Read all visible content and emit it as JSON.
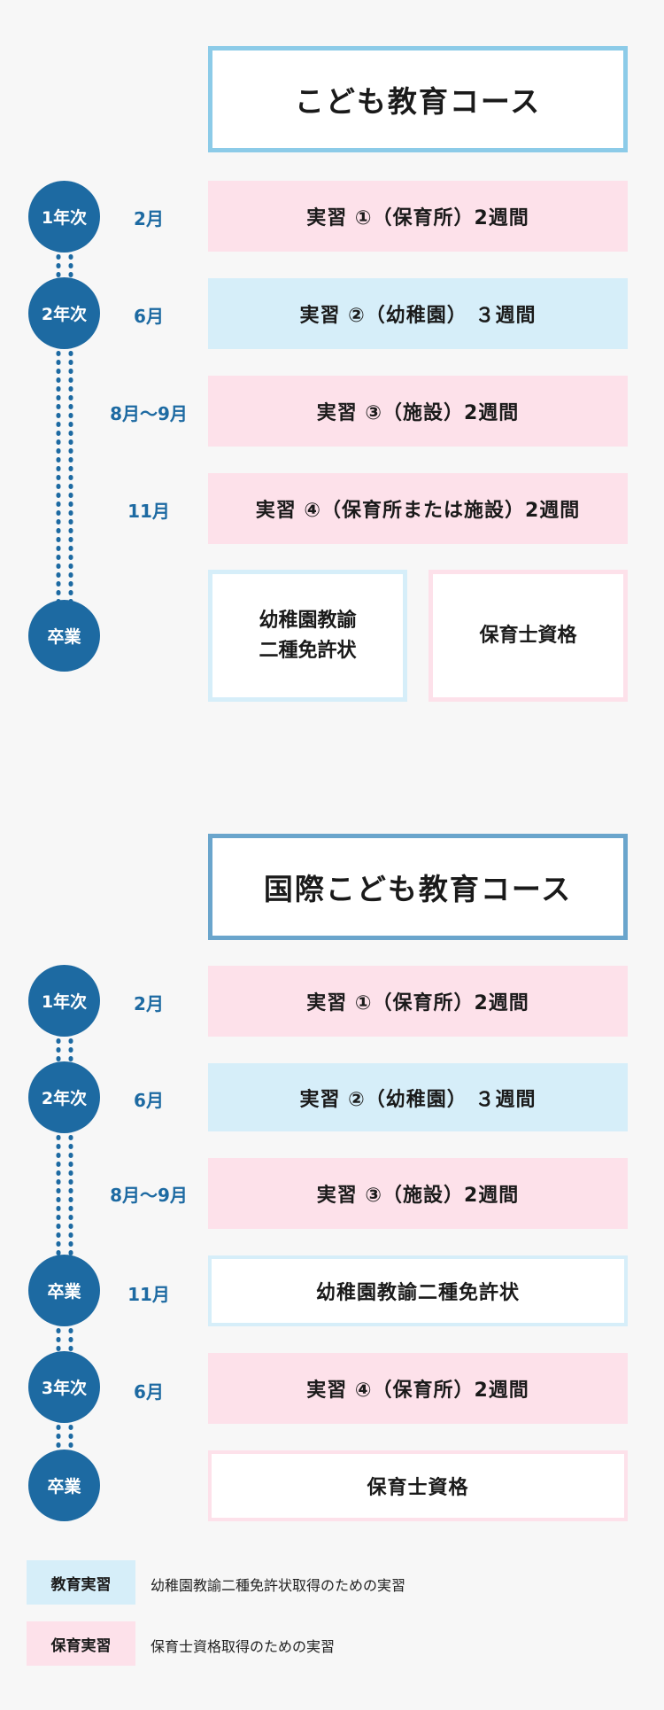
{
  "course1": {
    "title": "こども教育コース",
    "steps": [
      {
        "badge": "1年次",
        "month": "2月",
        "label": "実習 ①（保育所）2週間",
        "kind": "pink"
      },
      {
        "badge": "2年次",
        "month": "6月",
        "label": "実習 ②（幼稚園） ３週間",
        "kind": "blue"
      },
      {
        "badge": "",
        "month": "8月〜9月",
        "label": "実習 ③（施設）2週間",
        "kind": "pink"
      },
      {
        "badge": "",
        "month": "11月",
        "label": "実習 ④（保育所または施設）2週間",
        "kind": "pink"
      }
    ],
    "graduation": {
      "badge": "卒業",
      "qualification_1_line1": "幼稚園教諭",
      "qualification_1_line2": "二種免許状",
      "qualification_2": "保育士資格"
    }
  },
  "course2": {
    "title": "国際こども教育コース",
    "steps": [
      {
        "badge": "1年次",
        "month": "2月",
        "label": "実習 ①（保育所）2週間",
        "kind": "pink"
      },
      {
        "badge": "2年次",
        "month": "6月",
        "label": "実習 ②（幼稚園） ３週間",
        "kind": "blue"
      },
      {
        "badge": "",
        "month": "8月〜9月",
        "label": "実習 ③（施設）2週間",
        "kind": "pink"
      },
      {
        "badge": "卒業",
        "month": "11月",
        "label": "幼稚園教諭二種免許状",
        "kind": "white-blue"
      },
      {
        "badge": "3年次",
        "month": "6月",
        "label": "実習 ④（保育所）2週間",
        "kind": "pink"
      },
      {
        "badge": "卒業",
        "month": "",
        "label": "保育士資格",
        "kind": "white-pink"
      }
    ]
  },
  "legend": [
    {
      "tag": "教育実習",
      "text": "幼稚園教諭二種免許状取得のための実習",
      "color": "#d6eef9"
    },
    {
      "tag": "保育実習",
      "text": "保育士資格取得のための実習",
      "color": "#fde1ea"
    }
  ]
}
